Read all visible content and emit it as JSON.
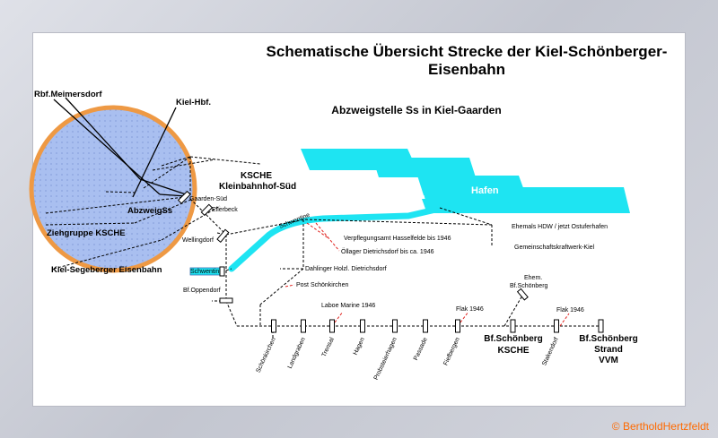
{
  "title_line1": "Schematische Übersicht Strecke der Kiel-Schönberger-",
  "title_line2": "Eisenbahn",
  "subtitle": "Abzweigstelle Ss in Kiel-Gaarden",
  "labels": {
    "rbf": "Rbf.Meimersdorf",
    "kielhbf": "Kiel-Hbf.",
    "kleinbahnhof1": "KSCHE",
    "kleinbahnhof2": "Kleinbahnhof-Süd",
    "gaarden": "Gaarden-Süd",
    "ellerbeck": "Ellerbeck",
    "abzweig": "AbzweigSs",
    "ziehgruppe": "Ziehgruppe KSCHE",
    "kiel_segeberger": "Kiel-Segeberger Eisenbahn",
    "wellingdorf": "Wellingdorf",
    "schwentine_station": "Schwentine",
    "schwentine_river": "Schwentine",
    "oppendorf": "Bf.Oppendorf",
    "hafen": "Hafen",
    "hdw": "Ehemals HDW / jetzt Ostuferhafen",
    "gemeinschaft": "Gemeinschaftskraftwerk-Kiel",
    "verpflegung": "Verpflegungsamt Hasselfelde bis 1946",
    "oellager": "Öllager Dietrichsdorf bis ca. 1946",
    "dahlinger": "Dahlinger Holzl. Dietrichsdorf",
    "post": "Post Schönkirchen",
    "laboe": "Laboe Marine 1946",
    "flak1": "Flak 1946",
    "flak2": "Flak 1946",
    "ehem1": "Ehem.",
    "ehem2": "Bf.Schönberg",
    "bf_schoenberg1": "Bf.Schönberg",
    "bf_schoenberg2": "KSCHE",
    "strand1": "Bf.Schönberg",
    "strand2": "Strand",
    "strand3": "VVM"
  },
  "stations": [
    "Schönkirchen",
    "Landgraben",
    "Trensal",
    "Hagen",
    "Probsteierhagen",
    "Passade",
    "Fiefbergen",
    "Stakendorf"
  ],
  "copyright": "© BertholdHertzfeldt",
  "colors": {
    "circle_fill": "#a9bff0",
    "circle_stroke": "#ee9944",
    "water": "#1ee4f2",
    "red": "#e0201c",
    "copyright": "#ff6a00"
  }
}
